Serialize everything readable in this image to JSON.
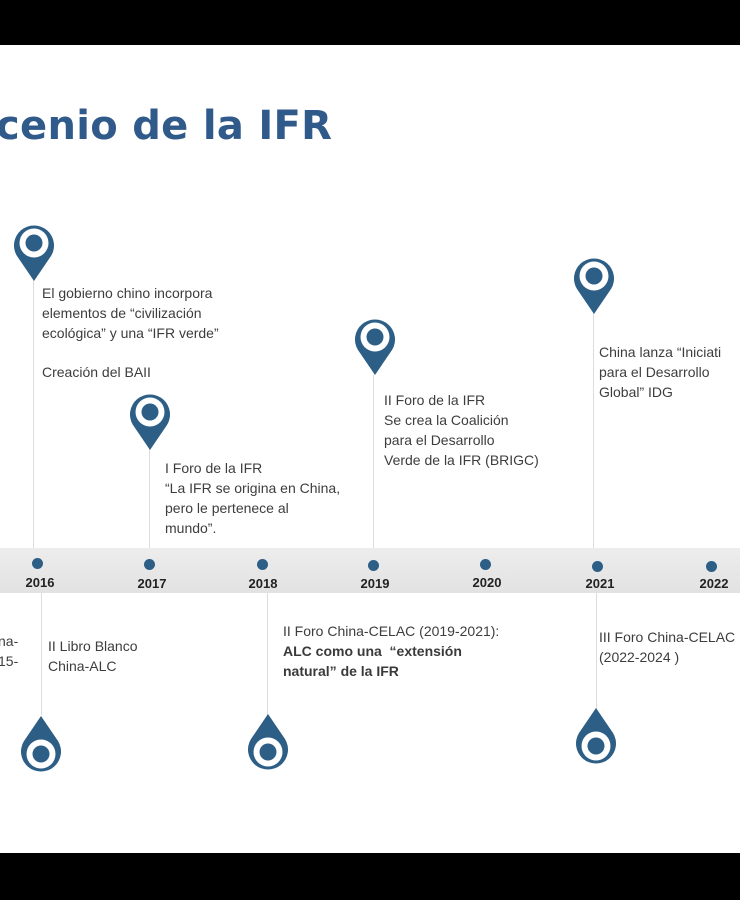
{
  "title": "cenio de la IFR",
  "colors": {
    "accent": "#2f5a8a",
    "pin": "#2d5e86",
    "band": "#e6e6e6"
  },
  "timeline": {
    "years": [
      "2016",
      "2017",
      "2018",
      "2019",
      "2020",
      "2021",
      "2022"
    ]
  },
  "events": {
    "e2016_top": {
      "lines": [
        "El gobierno chino incorpora",
        "elementos de “civilización",
        "ecológica” y una “IFR verde”"
      ],
      "extra": "Creación del BAII"
    },
    "e2017_top": {
      "lines": [
        "I Foro de la IFR",
        "“La IFR se origina en China,",
        "pero le pertenece al",
        "mundo”."
      ]
    },
    "e2019_top": {
      "lines": [
        "II Foro de la IFR",
        "Se crea la Coalición",
        "para el Desarrollo",
        "Verde de la IFR (BRIGC)"
      ]
    },
    "e2021_top": {
      "lines": [
        "China lanza “Iniciati",
        "para el Desarrollo",
        "Global” IDG"
      ]
    },
    "e2015_bottom": {
      "lines": [
        "na-",
        "15-"
      ]
    },
    "e2016_bottom": {
      "lines": [
        "II Libro Blanco",
        "China-ALC"
      ]
    },
    "e2018_bottom": {
      "line1": "II Foro China-CELAC (2019-2021):",
      "line2": "ALC como una  “extensión",
      "line3": "natural” de la IFR"
    },
    "e2021_bottom": {
      "lines": [
        "III Foro China-CELAC",
        "(2022-2024 )"
      ]
    }
  }
}
